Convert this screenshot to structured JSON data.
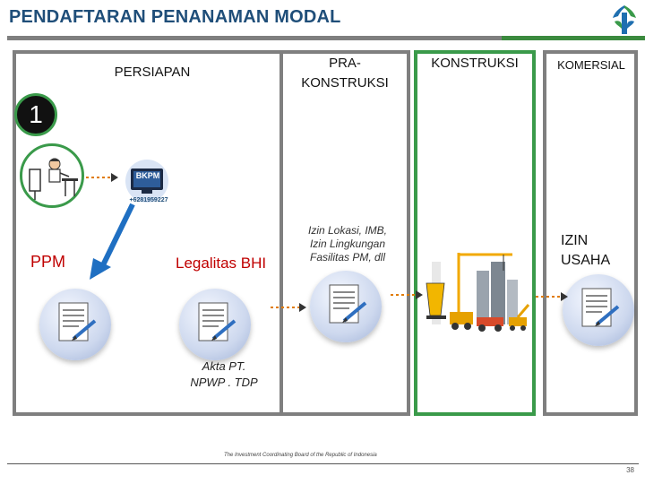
{
  "title": "PENDAFTARAN PENANAMAN MODAL",
  "step_number": "1",
  "phases": {
    "persiapan": "PERSIAPAN",
    "pra_konstruksi_line1": "PRA-",
    "pra_konstruksi_line2": "KONSTRUKSI",
    "konstruksi": "KONSTRUKSI",
    "komersial": "KOMERSIAL"
  },
  "labels": {
    "ppm": "PPM",
    "legalitas": "Legalitas BHI",
    "izin_list_line1": "Izin Lokasi, IMB,",
    "izin_list_line2": "Izin Lingkungan",
    "izin_list_line3": "Fasilitas PM, dll",
    "izin_usaha_line1": "IZIN",
    "izin_usaha_line2": "USAHA",
    "akta_line1": "Akta PT.",
    "akta_line2": "NPWP . TDP",
    "bkpm_logo": "BKPM",
    "bkpm_phone": "+6281959227"
  },
  "footer": "The Investment Coordinating Board of the Republic of Indonesia",
  "page_number": "38",
  "colors": {
    "title": "#1f4e79",
    "label_red": "#c00000",
    "panel_green": "#3a9a4a",
    "panel_gray": "#7f7f7f",
    "arrow_blue": "#1f6fc2",
    "arrow_orange": "#e07b00"
  }
}
